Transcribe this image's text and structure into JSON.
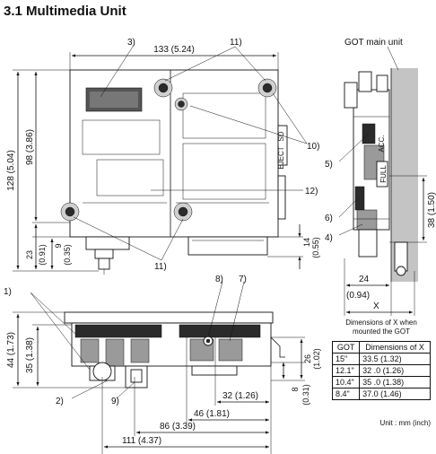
{
  "title": "3.1 Multimedia Unit",
  "labels": {
    "got_main_unit": "GOT main unit",
    "x": "X",
    "unit": "Unit : mm (inch)",
    "table_caption_1": "Dimensions of X when",
    "table_caption_2": "mounted the GOT"
  },
  "callouts": [
    "1)",
    "2)",
    "3)",
    "4)",
    "5)",
    "6)",
    "7)",
    "8)",
    "9)",
    "10)",
    "11)",
    "11)",
    "12)"
  ],
  "dimensions": {
    "width_133": "133 (5.24)",
    "height_128": "128 (5.04)",
    "height_98": "98 (3.86)",
    "d_23": "23",
    "d_23_in": "(0.91)",
    "d_9": "9",
    "d_9_in": "(0.35)",
    "d_14": "14",
    "d_14_in": "(0.55)",
    "d_38": "38 (1.50)",
    "d_24": "24",
    "d_24_in": "(0.94)",
    "d_44": "44 (1.73)",
    "d_35": "35 (1.38)",
    "d_26": "26",
    "d_26_in": "(1.02)",
    "d_8": "8",
    "d_8_in": "(0.31)",
    "d_32": "32 (1.26)",
    "d_46": "46 (1.81)",
    "d_86": "86 (3.39)",
    "d_111": "111 (4.37)"
  },
  "side_text": {
    "sd": "SD",
    "eject": "EJECT",
    "acc": "ACC.",
    "full": "FULL"
  },
  "table": {
    "headers": [
      "GOT",
      "Dimensions of X"
    ],
    "rows": [
      [
        "15\"",
        "33.5 (1.32)"
      ],
      [
        "12.1\"",
        "32 .0 (1.26)"
      ],
      [
        "10.4\"",
        "35 .0 (1.38)"
      ],
      [
        "8.4\"",
        "37.0 (1.46)"
      ]
    ]
  }
}
